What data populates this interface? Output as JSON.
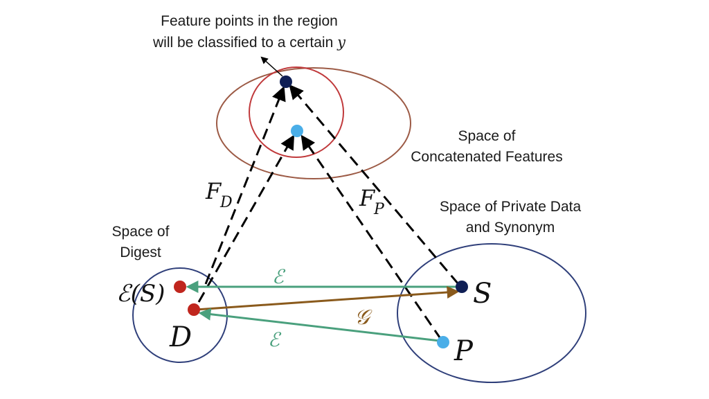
{
  "labels": {
    "region_note_line1": "Feature points in the region",
    "region_note_line2": "will be classified to a certain",
    "region_note_var": "y",
    "concat_space_line1": "Space of",
    "concat_space_line2": "Concatenated Features",
    "private_space_line1": "Space of Private Data",
    "private_space_line2": "and Synonym",
    "digest_space_line1": "Space of",
    "digest_space_line2": "Digest"
  },
  "math_labels": {
    "F_D_main": "F",
    "F_D_sub": "D",
    "F_P_main": "F",
    "F_P_sub": "P",
    "E_S": "ℰ(S)",
    "D": "D",
    "S": "S",
    "P": "P",
    "encoder_top": "ℰ",
    "encoder_bottom": "ℰ",
    "generator": "𝒢"
  },
  "colors": {
    "outer_feature_ellipse": "#9c5a45",
    "inner_feature_circle": "#c0393b",
    "space_circles": "#2f3f7a",
    "dark_point": "#0f1f55",
    "light_point": "#4aaee8",
    "digest_point": "#c0261e",
    "encoder_arrow": "#4aa07d",
    "generator_arrow": "#8a5a1c",
    "dashed_arrow": "#000000"
  }
}
